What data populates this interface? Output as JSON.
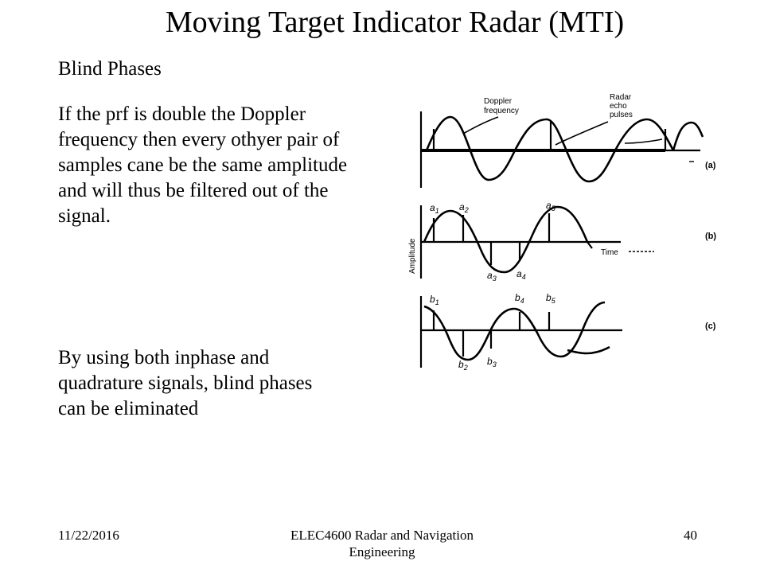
{
  "slide": {
    "title": "Moving Target Indicator Radar (MTI)",
    "subtitle": "Blind Phases",
    "paragraph1": "If the prf is double the Doppler frequency then every othyer pair of samples cane be the same amplitude and will thus be filtered out of the signal.",
    "paragraph2": "By using both inphase and quadrature signals, blind phases can be eliminated"
  },
  "figure": {
    "panel_a": {
      "tag": "(a)",
      "doppler_label_1": "Doppler",
      "doppler_label_2": "frequency",
      "radar_label_1": "Radar",
      "radar_label_2": "echo",
      "radar_label_3": "pulses"
    },
    "panel_b": {
      "tag": "(b)",
      "ylabel": "Amplitude",
      "xlabel": "Time",
      "sample_labels": [
        "a",
        "a",
        "a",
        "a",
        "a"
      ],
      "sample_subscripts": [
        "1",
        "2",
        "3",
        "4",
        "5"
      ]
    },
    "panel_c": {
      "tag": "(c)",
      "sample_labels": [
        "b",
        "b",
        "b",
        "b",
        "b"
      ],
      "sample_subscripts": [
        "1",
        "2",
        "3",
        "4",
        "5"
      ]
    }
  },
  "footer": {
    "date": "11/22/2016",
    "course_line1": "ELEC4600 Radar and Navigation",
    "course_line2": "Engineering",
    "page": "40"
  }
}
